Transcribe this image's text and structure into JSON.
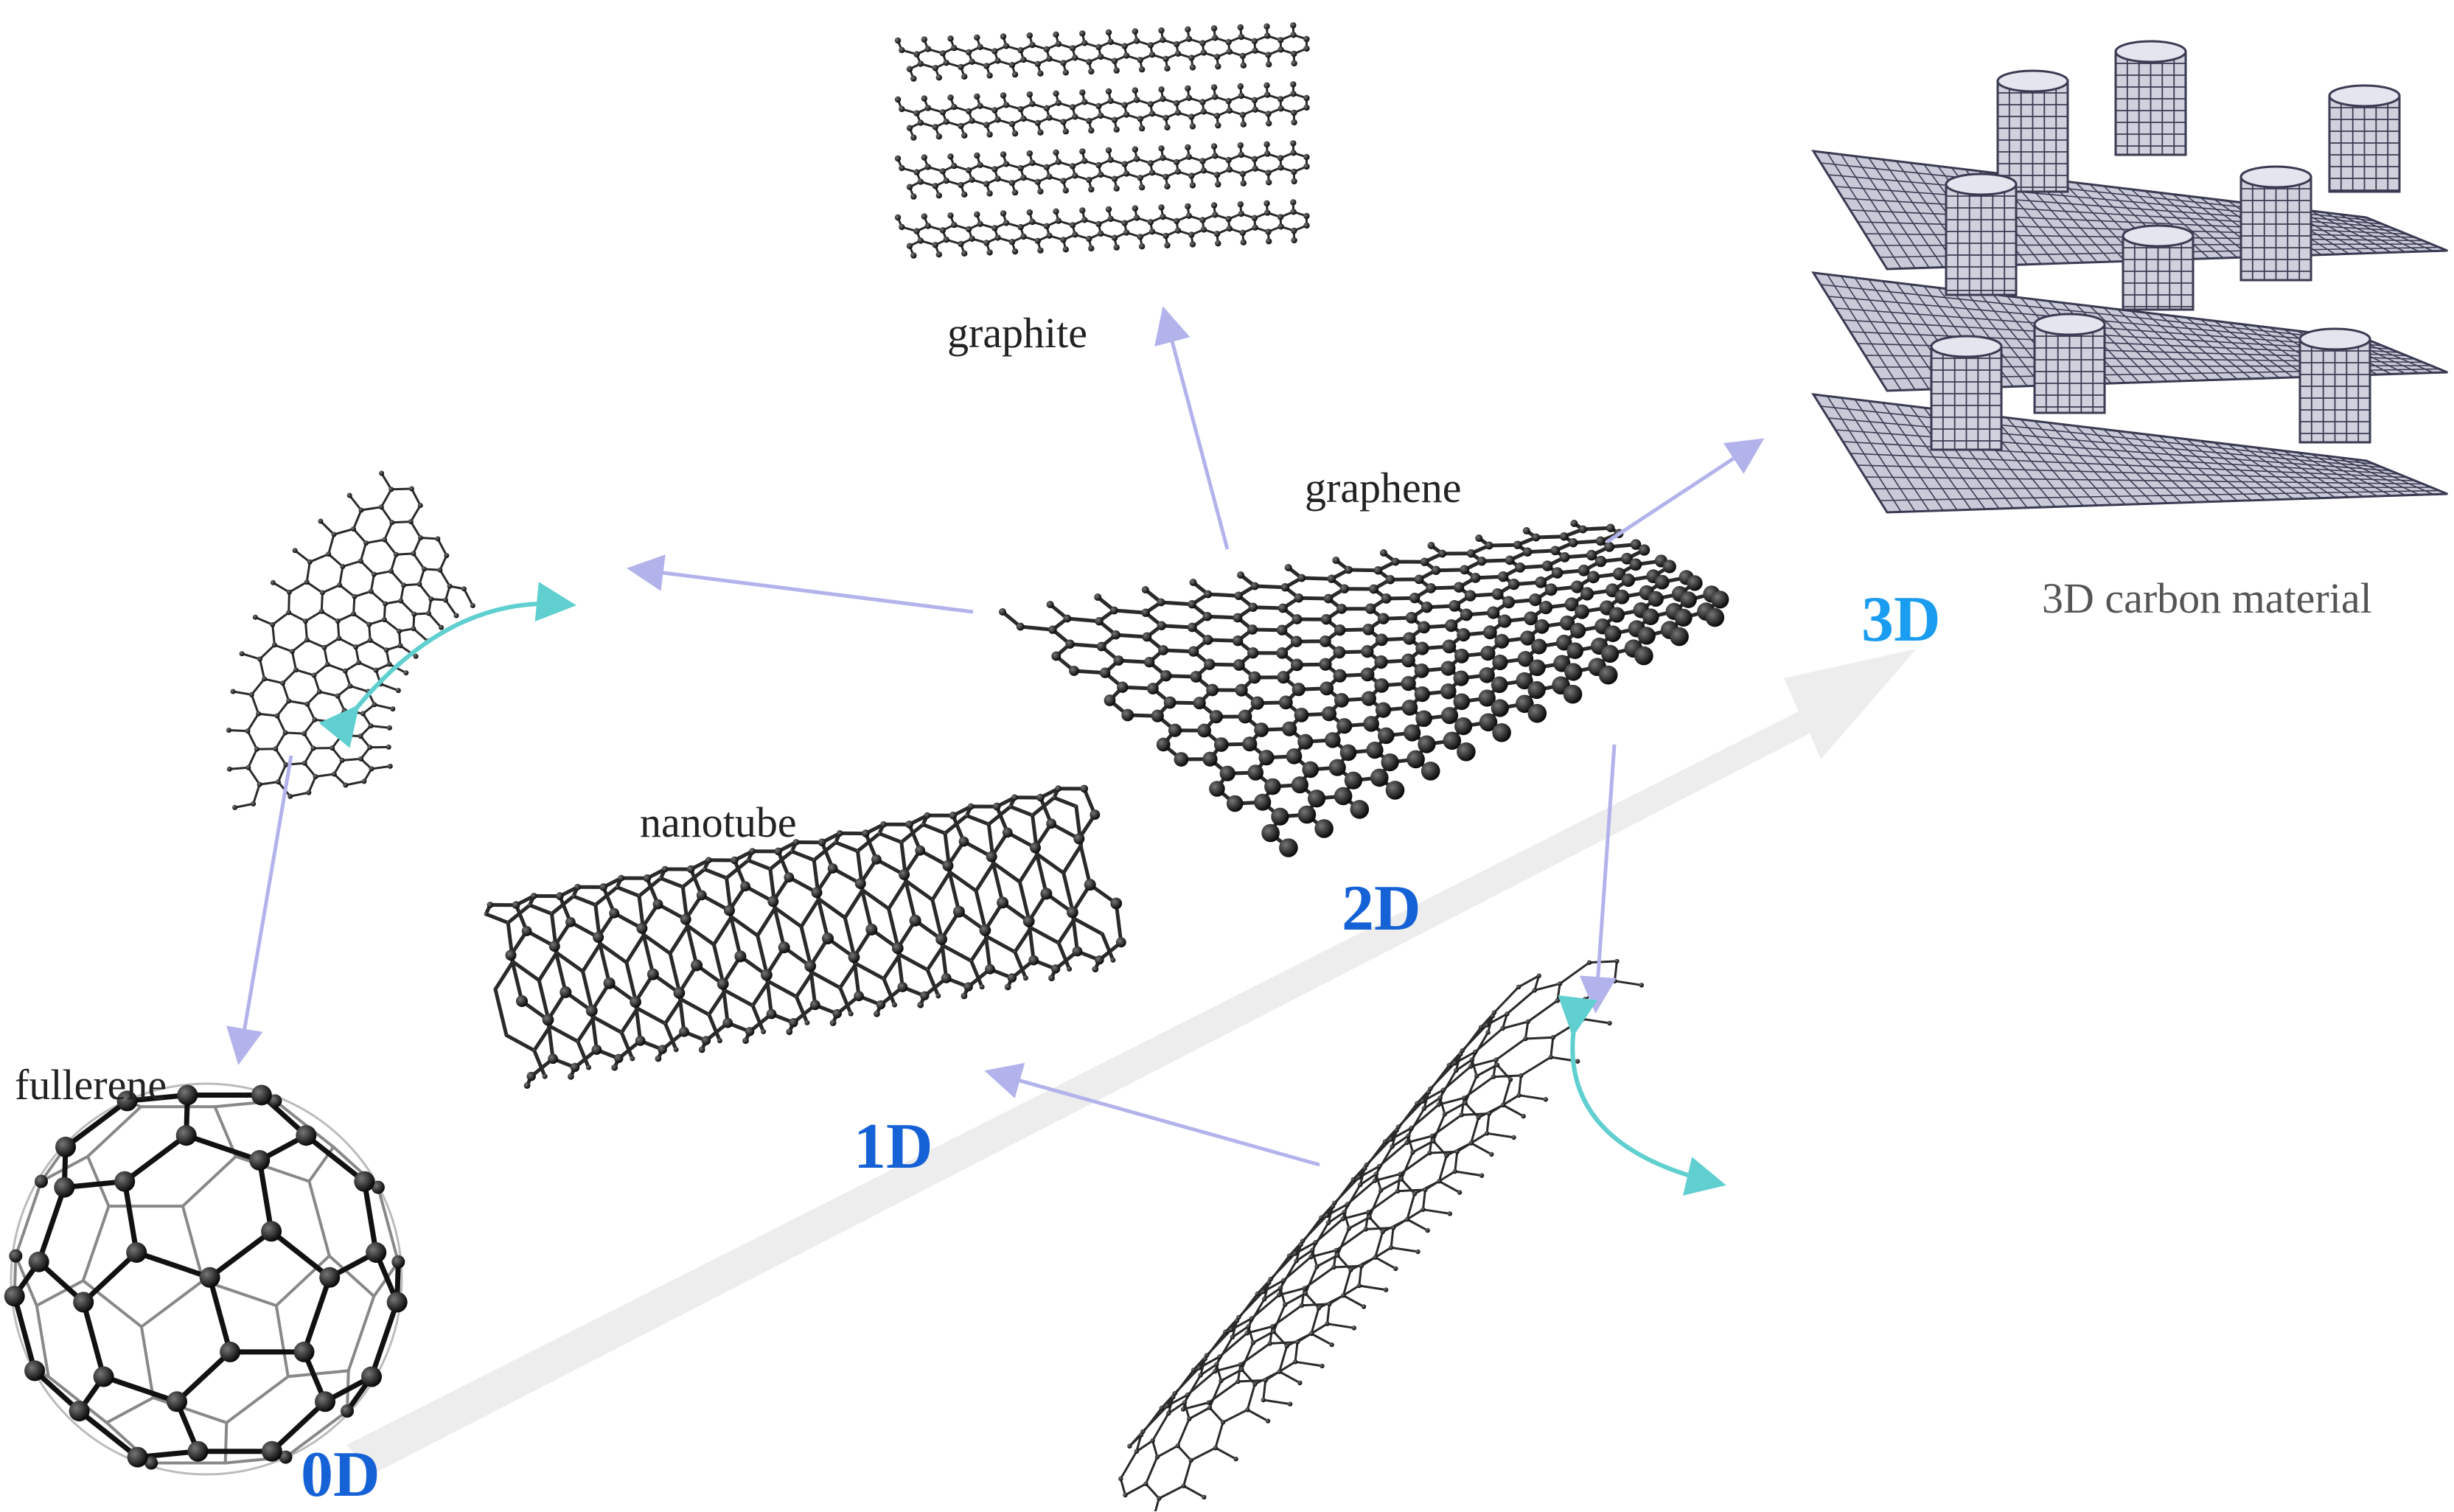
{
  "labels": {
    "graphite": "graphite",
    "graphene": "graphene",
    "nanotube": "nanotube",
    "fullerene": "fullerene",
    "carbon_3d": "3D carbon material"
  },
  "dimensions": {
    "d0": "0D",
    "d1": "1D",
    "d2": "2D",
    "d3": "3D"
  },
  "colors": {
    "dim_dark_blue": "#1561d6",
    "dim_light_blue": "#1a9df0",
    "flow_arrow": "#b3b3ec",
    "curl_arrow": "#5fcfcf",
    "big_arrow": "#ececec",
    "atom": "#111111",
    "bond": "#2a2a2a",
    "foam": "#3a3b52"
  },
  "icons": {
    "graphite": "stacked-graphene-layers",
    "graphene": "hexagonal-lattice-sheet",
    "nanotube": "carbon-nanotube",
    "fullerene": "buckyball-sphere",
    "wrapping": "curved-graphene-fragment",
    "rolling": "rolled-graphene-sheet",
    "carbon_3d": "pillared-graphene-nanotube-network"
  }
}
